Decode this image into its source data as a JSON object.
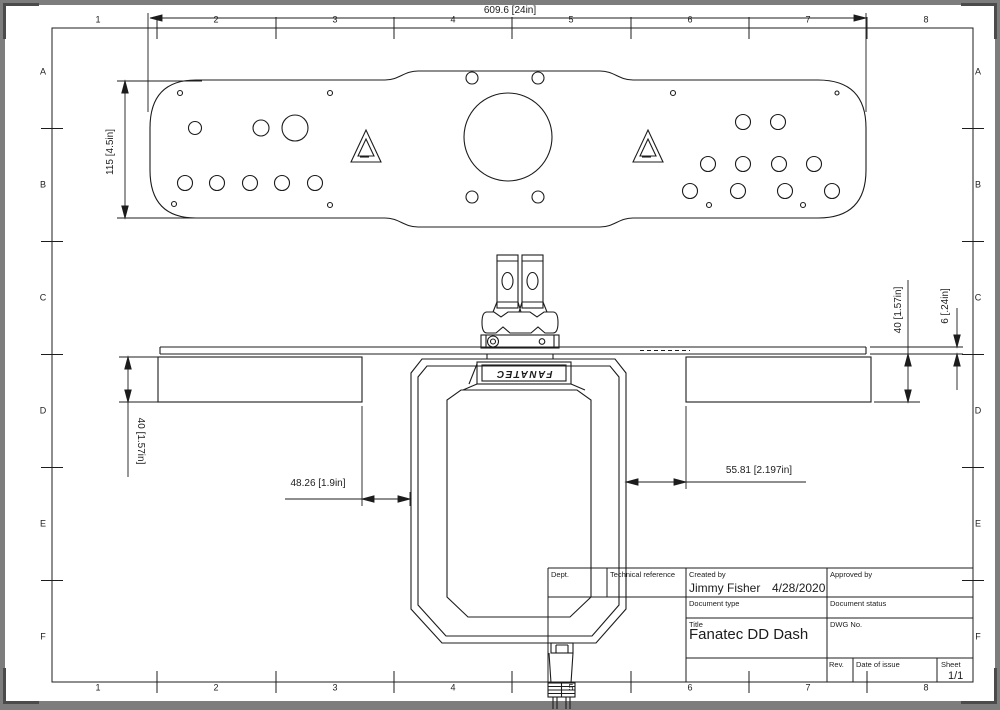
{
  "dims": {
    "overall_width": "609.6 [24in]",
    "overall_height": "115 [4.5in]",
    "right_drop": "40 [1.57in]",
    "plate_thickness": "6 [.24in]",
    "left_drop": "40 [1.57in]",
    "left_gap": "48.26 [1.9in]",
    "right_gap": "55.81 [2.197in]"
  },
  "logo": {
    "label": "FANATEC"
  },
  "tb": {
    "dept_label": "Dept.",
    "technical_reference_label": "Technical reference",
    "created_by_label": "Created by",
    "created_by_value": "Jimmy Fisher",
    "created_date": "4/28/2020",
    "approved_by_label": "Approved by",
    "document_type_label": "Document type",
    "document_status_label": "Document status",
    "title_label": "Title",
    "title_value": "Fanatec DD Dash",
    "dwg_no_label": "DWG No.",
    "rev_label": "Rev.",
    "date_of_issue_label": "Date of issue",
    "sheet_label": "Sheet",
    "sheet_value": "1/1"
  },
  "zones": {
    "cols": [
      "1",
      "2",
      "3",
      "4",
      "5",
      "6",
      "7",
      "8"
    ],
    "rows": [
      "A",
      "B",
      "C",
      "D",
      "E",
      "F"
    ]
  },
  "colors": {
    "line": "#1c1c1c",
    "sheet": "#ffffff",
    "surround": "#7d7d7d",
    "corner_mark": "#4b4b4b"
  }
}
